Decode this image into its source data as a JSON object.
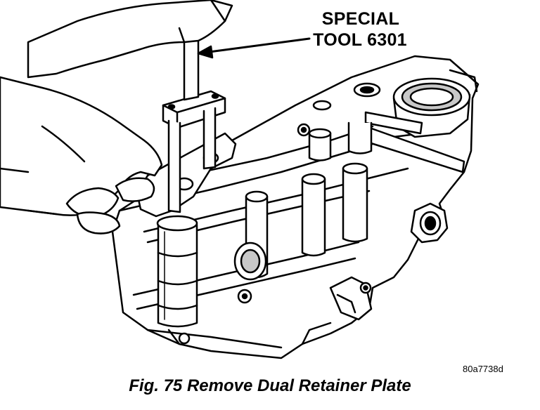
{
  "callout": {
    "line1": "SPECIAL",
    "line2": "TOOL 6301"
  },
  "figure_code": "80a7738d",
  "caption": "Fig. 75 Remove Dual Retainer Plate",
  "colors": {
    "ink": "#000000",
    "paper": "#ffffff",
    "shade": "#c8c8c8"
  }
}
